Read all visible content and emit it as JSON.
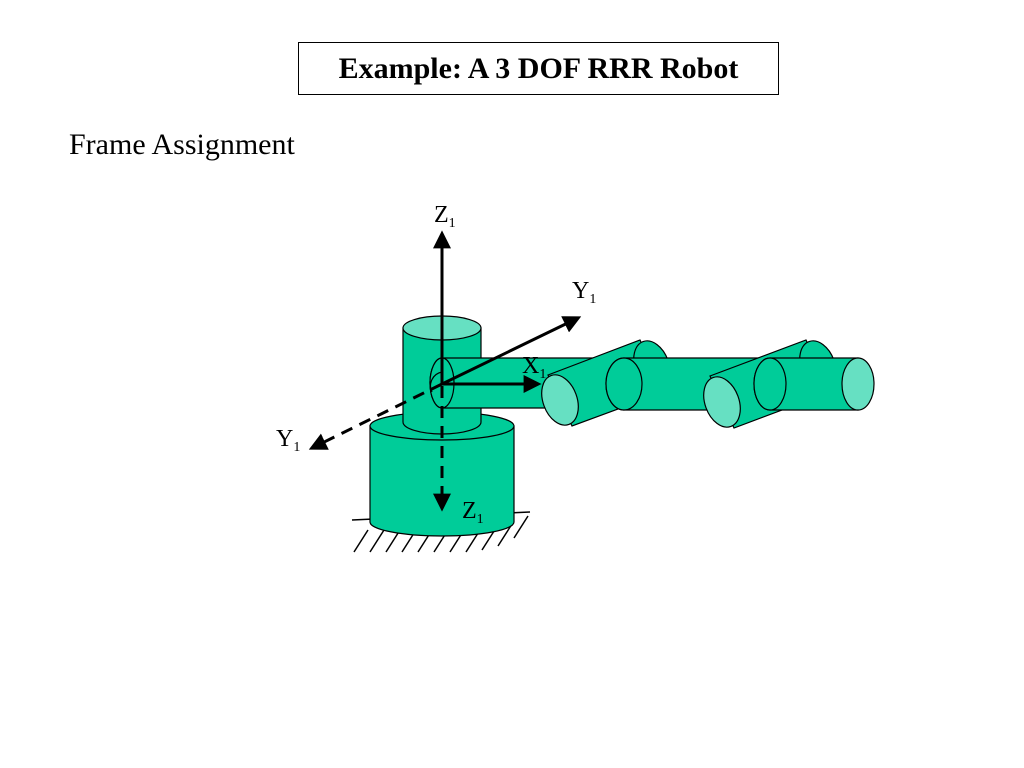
{
  "slide": {
    "title": "Example: A 3 DOF RRR Robot",
    "subtitle": "Frame Assignment"
  },
  "labels": {
    "z_top": {
      "main": "Z",
      "sub": "1"
    },
    "y_upper": {
      "main": "Y",
      "sub": "1"
    },
    "x": {
      "main": "X",
      "sub": "1"
    },
    "y_lower": {
      "main": "Y",
      "sub": "1"
    },
    "z_bottom": {
      "main": "Z",
      "sub": "1"
    }
  },
  "colors": {
    "body": "#00cc99",
    "end": "#66e0c2",
    "line": "#000000"
  }
}
